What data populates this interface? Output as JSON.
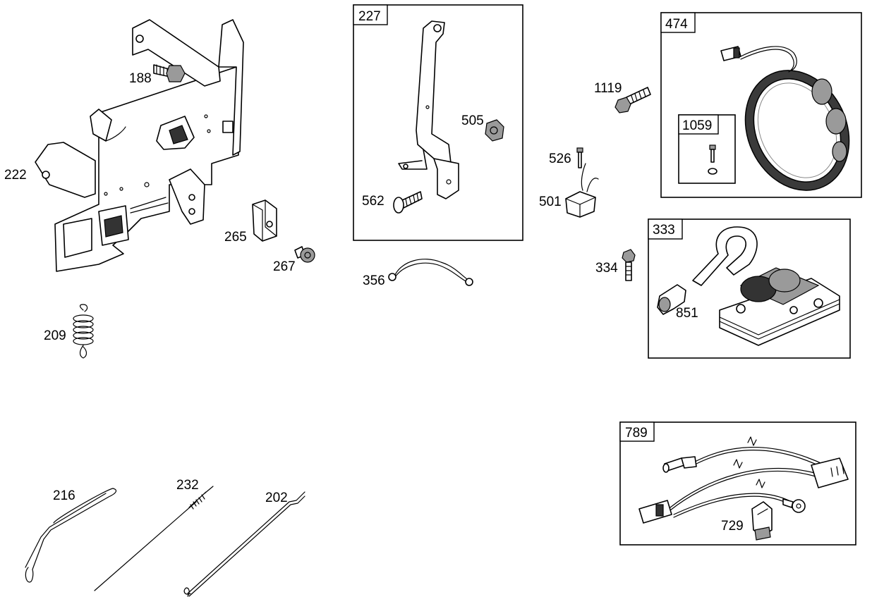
{
  "parts": {
    "p188": "188",
    "p222": "222",
    "p265": "265",
    "p267": "267",
    "p209": "209",
    "p227": "227",
    "p505": "505",
    "p562": "562",
    "p356": "356",
    "p1119": "1119",
    "p526": "526",
    "p501": "501",
    "p474": "474",
    "p1059": "1059",
    "p333": "333",
    "p334": "334",
    "p851": "851",
    "p216": "216",
    "p232": "232",
    "p202": "202",
    "p789": "789",
    "p729": "729"
  }
}
